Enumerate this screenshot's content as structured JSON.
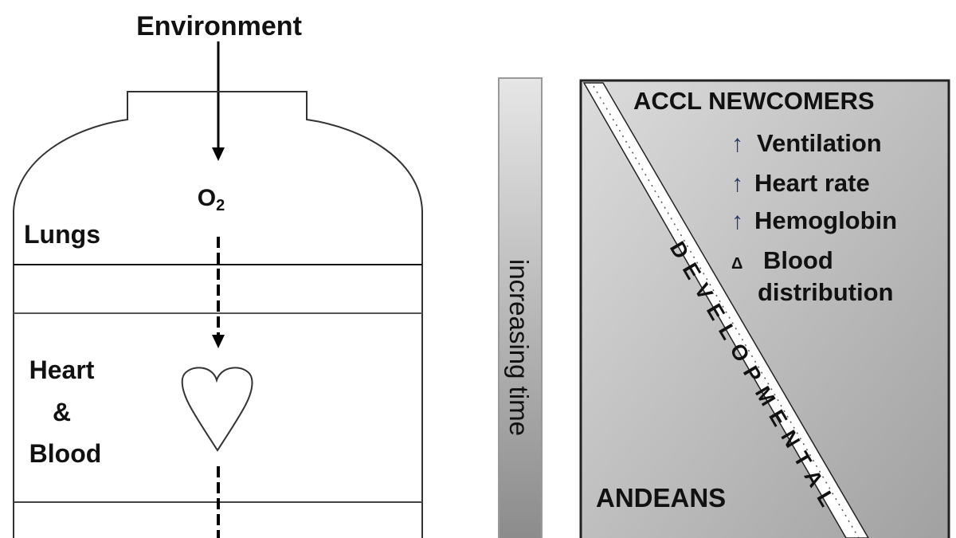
{
  "left_panel": {
    "environment": "Environment",
    "o2": "O",
    "o2_sub": "2",
    "lungs": "Lungs",
    "heart_line1": "Heart",
    "heart_line2": "&",
    "heart_line3": "Blood"
  },
  "time_bar": {
    "label": "increasing time"
  },
  "right_panel": {
    "newcomers_title": "ACCL NEWCOMERS",
    "items": [
      {
        "symbol": "↑",
        "label": "Ventilation"
      },
      {
        "symbol": "↑",
        "label": "Heart rate"
      },
      {
        "symbol": "↑",
        "label": "Hemoglobin"
      },
      {
        "symbol": "Δ",
        "label": "Blood",
        "label2": "distribution"
      }
    ],
    "band_label": "DEVELOPMENTAL",
    "andeans_title": "ANDEANS"
  }
}
